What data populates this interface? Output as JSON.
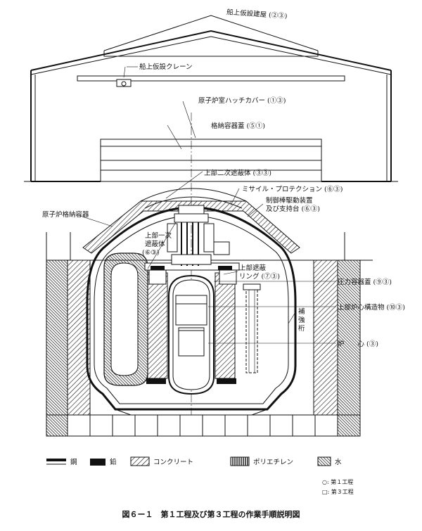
{
  "labels": {
    "building": "船上仮設建屋 (②③)",
    "crane": "船上仮設クレーン",
    "hatch_cover": "原子炉室ハッチカバー (①③)",
    "containment_lid": "格納容器蓋 (⑤①)",
    "upper_secondary_shield": "上部二次遮蔽体 (③③)",
    "missile_protection": "ミサイル・プロテクション (⑥③)",
    "drive_mechanism_1": "制御棒駆動装置",
    "drive_mechanism_2": "及び支持台 (⑥③)",
    "vessel": "原子炉格納容器",
    "upper_primary_1": "上部一次",
    "upper_primary_2": "遮蔽体",
    "upper_primary_3": "(⑥③)",
    "upper_shield_ring_1": "上部遮蔽",
    "upper_shield_ring_2": "リング (⑦③)",
    "pressure_vessel_lid": "圧力容器蓋 (⑨③)",
    "upper_core_structure": "上部炉心構造物 (⑩③)",
    "support_1": "補",
    "support_2": "強",
    "support_3": "桁",
    "core": "炉　　心 (③)"
  },
  "legend": {
    "items": [
      "鋼",
      "鉛",
      "コンクリート",
      "ポリエチレン",
      "水"
    ],
    "notes": [
      "○: 第１工程",
      "□: 第３工程"
    ]
  },
  "caption": "図６ー１　第１工程及び第３工程の作業手順説明図"
}
